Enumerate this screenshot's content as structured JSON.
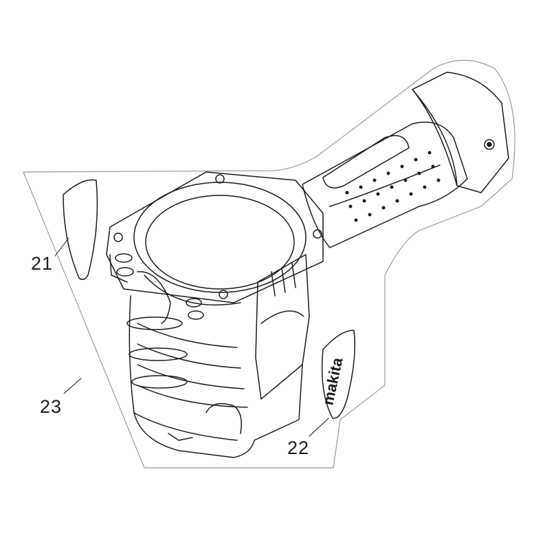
{
  "diagram": {
    "parts": [
      {
        "id": "21",
        "label": "21"
      },
      {
        "id": "22",
        "label": "22"
      },
      {
        "id": "23",
        "label": "23"
      }
    ],
    "badge_text": "makita",
    "colors": {
      "line": "#1a1a1a",
      "background": "#ffffff",
      "outline": "#9a9a9a"
    }
  }
}
